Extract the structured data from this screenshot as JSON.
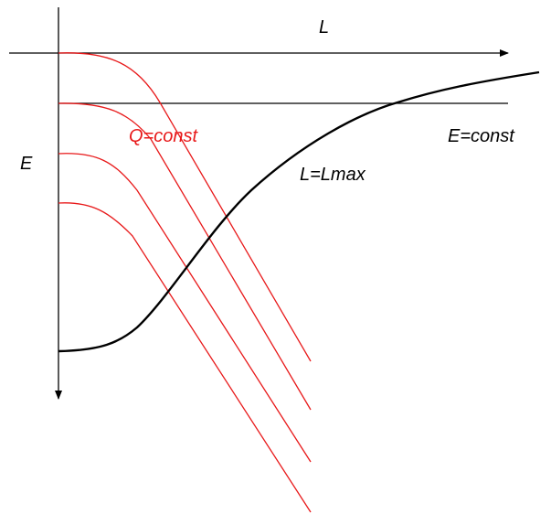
{
  "labels": {
    "x_axis": "L",
    "y_axis": "E",
    "q_curves": "Q=const",
    "e_line": "E=const",
    "lmax_curve": "L=Lmax"
  },
  "colors": {
    "axes": "#000000",
    "q_curves": "#e8191a",
    "lmax_curve": "#000000"
  }
}
